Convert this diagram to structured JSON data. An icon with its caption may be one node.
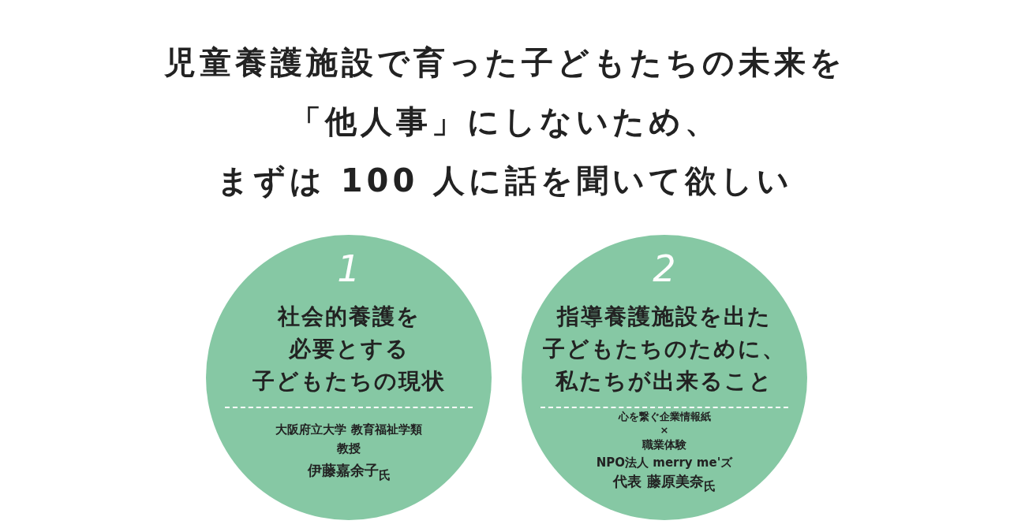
{
  "diagram": {
    "title": "児童養護施設で育った子どもたちの未来を「他人事」にしないため、まずは 100 人に話を聞いて欲しい",
    "nodes": [
      {
        "text": [
          "1",
          "社会的養護を必要とする子どもたちの現状",
          "大阪府立大学 教育福祉学類",
          "教授",
          "伊藤嘉余子$_{氏}$"
        ]
      },
      {
        "text": [
          "2",
          "指導養護施設を出た子どもたちのために、私たちが出来ること",
          "心を繋ぐ企業情報紙",
          "×",
          "職業体験",
          "NPO法人 merry me'ズ",
          "代表 藤原美奈$_{氏}$"
        ]
      }
    ],
    "edges": []
  }
}
